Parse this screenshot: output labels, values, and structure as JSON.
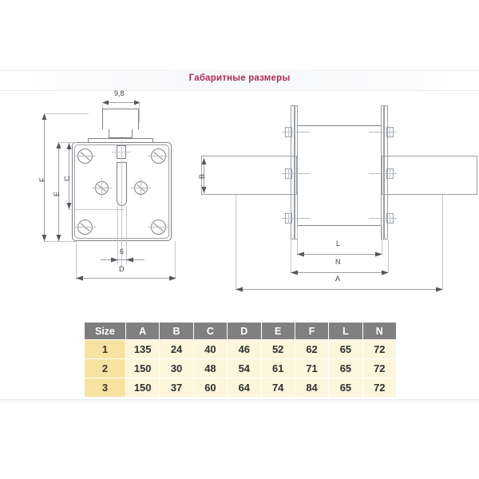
{
  "page": {
    "title": "Габаритные размеры",
    "title_color": "#b02a56",
    "background": "#ffffff"
  },
  "drawings": {
    "front_view": {
      "name": "front-view",
      "dimension_labels": [
        {
          "label": "9,8",
          "position": "top",
          "kind": "numeric"
        },
        {
          "label": "F",
          "position": "left-outer",
          "kind": "letter"
        },
        {
          "label": "E",
          "position": "left-mid",
          "kind": "letter"
        },
        {
          "label": "C",
          "position": "left-inner",
          "kind": "letter"
        },
        {
          "label": "6",
          "position": "bottom-inner",
          "kind": "numeric"
        },
        {
          "label": "D",
          "position": "bottom-outer",
          "kind": "letter"
        }
      ],
      "screw_count": 6
    },
    "side_view": {
      "name": "side-view",
      "dimension_labels": [
        {
          "label": "B",
          "position": "left",
          "kind": "letter"
        },
        {
          "label": "L",
          "position": "bottom-inner",
          "kind": "letter"
        },
        {
          "label": "N",
          "position": "bottom-mid",
          "kind": "letter"
        },
        {
          "label": "A",
          "position": "bottom-outer",
          "kind": "letter"
        }
      ],
      "clip_count": 6
    }
  },
  "table": {
    "name": "dimension-table",
    "columns": [
      "Size",
      "A",
      "B",
      "C",
      "D",
      "E",
      "F",
      "L",
      "N"
    ],
    "header_bg": "#808080",
    "row_bg": "#fdf5dc",
    "size_col_bg": "#f7e3a1",
    "rows": [
      {
        "size": "1",
        "A": "135",
        "B": "24",
        "C": "40",
        "D": "46",
        "E": "52",
        "F": "62",
        "L": "65",
        "N": "72"
      },
      {
        "size": "2",
        "A": "150",
        "B": "30",
        "C": "48",
        "D": "54",
        "E": "61",
        "F": "71",
        "L": "65",
        "N": "72"
      },
      {
        "size": "3",
        "A": "150",
        "B": "37",
        "C": "60",
        "D": "64",
        "E": "74",
        "F": "84",
        "L": "65",
        "N": "72"
      }
    ]
  }
}
